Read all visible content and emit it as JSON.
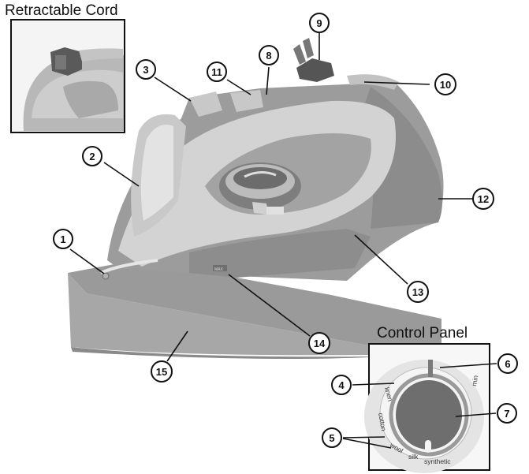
{
  "headings": {
    "retractable_cord": "Retractable Cord",
    "control_panel": "Control Panel"
  },
  "callouts": [
    "1",
    "2",
    "3",
    "4",
    "5",
    "6",
    "7",
    "8",
    "9",
    "10",
    "11",
    "12",
    "13",
    "14",
    "15"
  ],
  "iron_labels": {
    "max": "MAX"
  },
  "dial_labels": {
    "linen": "linen",
    "cotton": "cotton",
    "wool": "wool",
    "silk": "silk",
    "synthetic": "synthetic",
    "min": "min"
  },
  "colors": {
    "body_dark": "#8f8f8f",
    "body_mid": "#a8a8a8",
    "body_light": "#d6d6d6",
    "outline": "#111111"
  }
}
